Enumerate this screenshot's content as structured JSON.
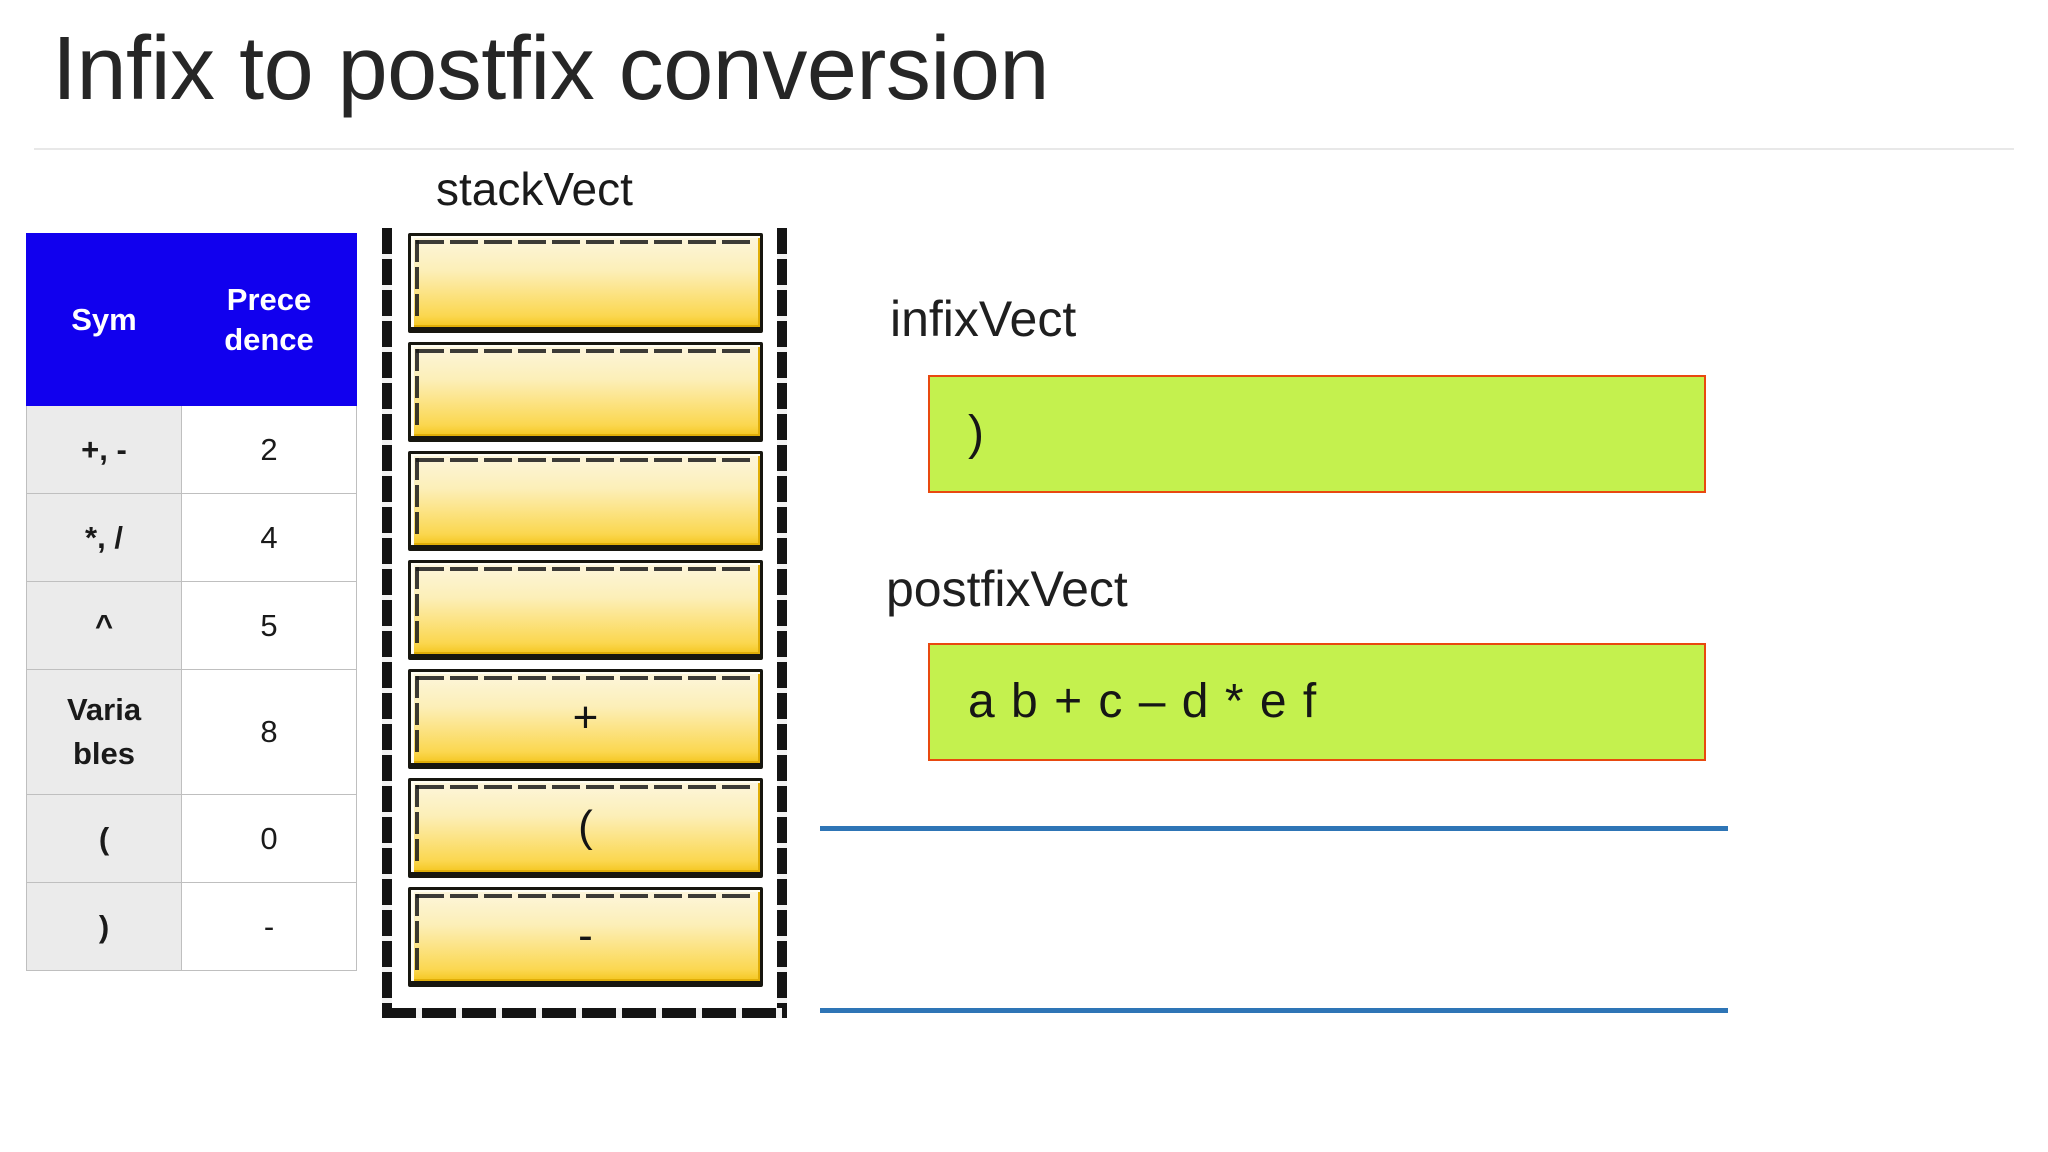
{
  "slide": {
    "title": "Infix to postfix conversion",
    "background_color": "#ffffff"
  },
  "precedence_table": {
    "name": "operator-precedence-table",
    "header_bg": "#1100ee",
    "header_text_color": "#ffffff",
    "sym_cell_bg": "#ebebeb",
    "columns": [
      "Sym",
      "Prece dence"
    ],
    "header": {
      "col1": "Sym",
      "col2_line1": "Prece",
      "col2_line2": "dence"
    },
    "rows": [
      {
        "sym": "+, -",
        "precedence": "2"
      },
      {
        "sym": "*, /",
        "precedence": "4"
      },
      {
        "sym": "^",
        "precedence": "5"
      },
      {
        "sym": "Variables",
        "sym_line1": "Varia",
        "sym_line2": "bles",
        "precedence": "8"
      },
      {
        "sym": "(",
        "precedence": "0"
      },
      {
        "sym": ")",
        "precedence": "-"
      }
    ]
  },
  "stack": {
    "label": "stackVect",
    "cell_fill_top": "#fdf6dd",
    "cell_fill_bottom": "#f4c61f",
    "cells": [
      {
        "value": ""
      },
      {
        "value": ""
      },
      {
        "value": ""
      },
      {
        "value": ""
      },
      {
        "value": "+"
      },
      {
        "value": "("
      },
      {
        "value": "-"
      }
    ]
  },
  "vectors": {
    "infix": {
      "label": "infixVect",
      "content": ")",
      "fill_color": "#c4f14e",
      "border_color": "#e8490f"
    },
    "postfix": {
      "label": "postfixVect",
      "content": "a b + c – d * e f",
      "fill_color": "#c4f14e",
      "border_color": "#e8490f"
    }
  },
  "rules": {
    "blue_color": "#2e75b6",
    "count": 2
  }
}
